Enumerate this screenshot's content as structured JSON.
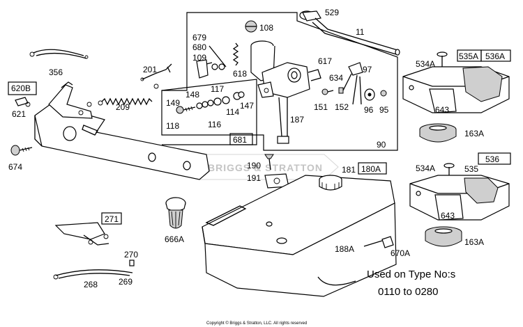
{
  "diagram": {
    "labels": {
      "p356": "356",
      "p620B": "620B",
      "p621": "621",
      "p674": "674",
      "p209": "209",
      "p201": "201",
      "p679": "679",
      "p680": "680",
      "p109": "109",
      "p108": "108",
      "p618": "618",
      "p529": "529",
      "p11": "11",
      "p617": "617",
      "p634": "634",
      "p97": "97",
      "p148": "148",
      "p117": "117",
      "p149": "149",
      "p114": "114",
      "p147": "147",
      "p116": "116",
      "p118": "118",
      "p681": "681",
      "p187": "187",
      "p151": "151",
      "p152": "152",
      "p96": "96",
      "p95": "95",
      "p90": "90",
      "p534A_top": "534A",
      "p535A": "535A",
      "p536A": "536A",
      "p643_top": "643",
      "p163A_top": "163A",
      "p190": "190",
      "p191": "191",
      "p181": "181",
      "p180A": "180A",
      "p666A": "666A",
      "p271": "271",
      "p270": "270",
      "p268": "268",
      "p269": "269",
      "p188A": "188A",
      "p670A": "670A",
      "p534A_bot": "534A",
      "p535": "535",
      "p536": "536",
      "p643_bot": "643",
      "p163A_bot": "163A"
    },
    "note_line1": "Used on Type No:s",
    "note_line2": "0110 to 0280",
    "copyright": "Copyright © Briggs & Stratton, LLC. All rights reserved",
    "watermark": "BRIGGS & STRATTON"
  }
}
